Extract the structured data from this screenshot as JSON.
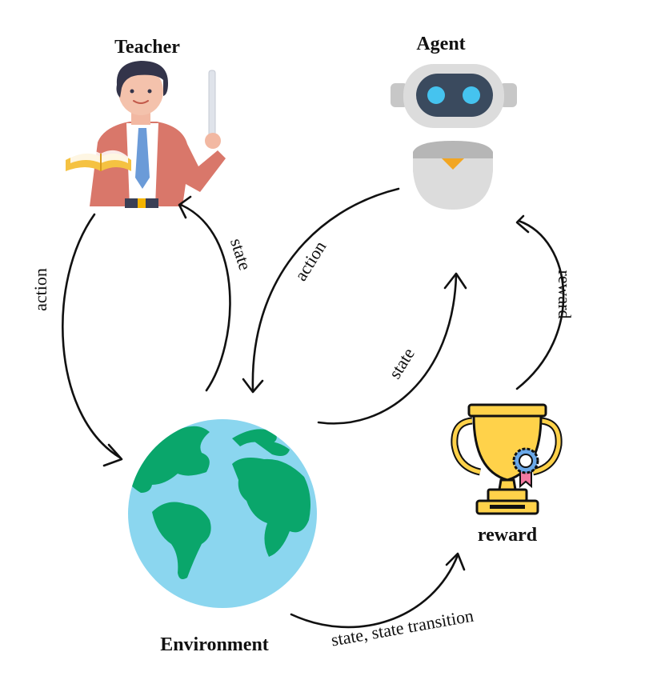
{
  "nodes": {
    "teacher": {
      "label": "Teacher",
      "icon": "teacher-icon"
    },
    "agent": {
      "label": "Agent",
      "icon": "robot-icon"
    },
    "environment": {
      "label": "Environment",
      "icon": "globe-icon"
    },
    "reward": {
      "label": "reward",
      "icon": "trophy-icon"
    }
  },
  "edges": {
    "teacher_to_env": "action",
    "env_to_teacher": "state",
    "agent_to_env": "action",
    "env_to_agent": "state",
    "reward_to_agent": "reward",
    "env_to_reward": "state, state transition"
  },
  "colors": {
    "ocean": "#8bd6ef",
    "land": "#0aa66b",
    "trophy": "#ffd24a",
    "trophy_outline": "#111111",
    "robot_eye": "#45c3ef",
    "teacher_jacket": "#d9776a",
    "teacher_tie": "#6b9bd8",
    "book": "#f5c242"
  }
}
